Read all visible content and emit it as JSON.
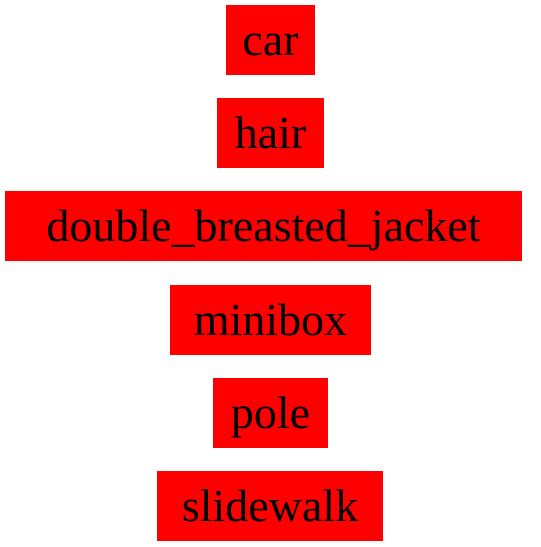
{
  "labels": [
    "car",
    "hair",
    "double_breasted_jacket",
    "minibox",
    "pole",
    "slidewalk"
  ],
  "colors": {
    "label_background": "#ff0000",
    "label_text": "#000000",
    "page_background": "#ffffff"
  }
}
